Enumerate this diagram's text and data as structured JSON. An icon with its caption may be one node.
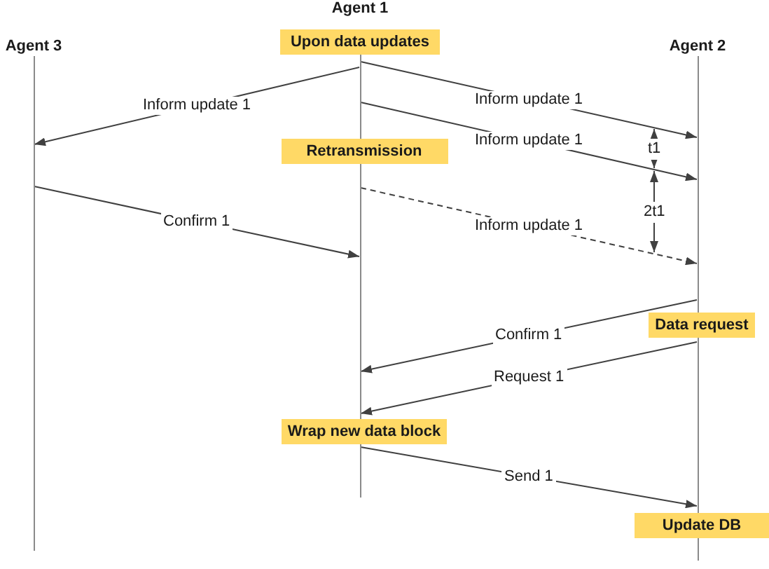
{
  "diagram": {
    "nodes": [
      {
        "text": [
          "Agent 1"
        ]
      },
      {
        "text": [
          "Agent 3"
        ]
      },
      {
        "text": [
          "Upon data updates"
        ]
      },
      {
        "text": [
          "Agent 2"
        ]
      },
      {
        "text": [
          "Retransmission"
        ]
      },
      {
        "text": [
          "Data request"
        ]
      },
      {
        "text": [
          "Wrap new data block"
        ]
      },
      {
        "text": [
          "Update DB"
        ]
      }
    ],
    "edges": [
      {
        "from": 0,
        "to": 3,
        "arrow": "to",
        "label": "Inform update 1"
      },
      {
        "from": 0,
        "to": 1,
        "arrow": "to",
        "label": "Inform update 1"
      },
      {
        "from": 0,
        "to": 3,
        "arrow": "to",
        "label": "Inform update 1"
      },
      {
        "from": 1,
        "to": 0,
        "arrow": "to",
        "label": "Confirm 1"
      },
      {
        "from": 0,
        "to": 3,
        "arrow": "to",
        "label": "Inform update 1",
        "style": "dashed"
      },
      {
        "from": 3,
        "to": 0,
        "arrow": "to",
        "label": "Confirm 1"
      },
      {
        "from": 3,
        "to": 0,
        "arrow": "to",
        "label": "Request 1"
      },
      {
        "from": 0,
        "to": 3,
        "arrow": "to",
        "label": "Send 1"
      }
    ],
    "labels": [
      "t1",
      "2t1"
    ]
  }
}
